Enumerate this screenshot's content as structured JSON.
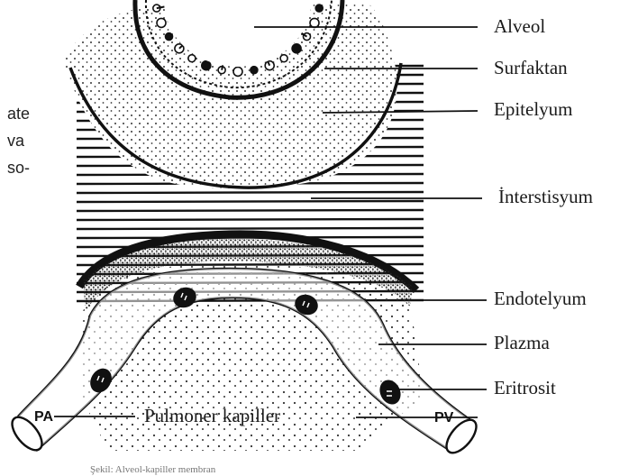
{
  "labels": {
    "alveol": "Alveol",
    "surfaktan": "Surfaktan",
    "epitelyum": "Epitelyum",
    "interstisyum": "İnterstisyum",
    "endotelyum": "Endotelyum",
    "plazma": "Plazma",
    "eritrosit": "Eritrosit",
    "pulmoner_kapiller": "Pulmoner kapiller"
  },
  "side_text": [
    "ate",
    "va",
    "so-"
  ],
  "capillary_ends": {
    "left": "PA",
    "right": "PV"
  },
  "caption_fragment": "Şekil: Alveol-kapiller membran",
  "colors": {
    "ink": "#1a1a1a",
    "paper": "#ffffff",
    "stipple": "#333333"
  }
}
